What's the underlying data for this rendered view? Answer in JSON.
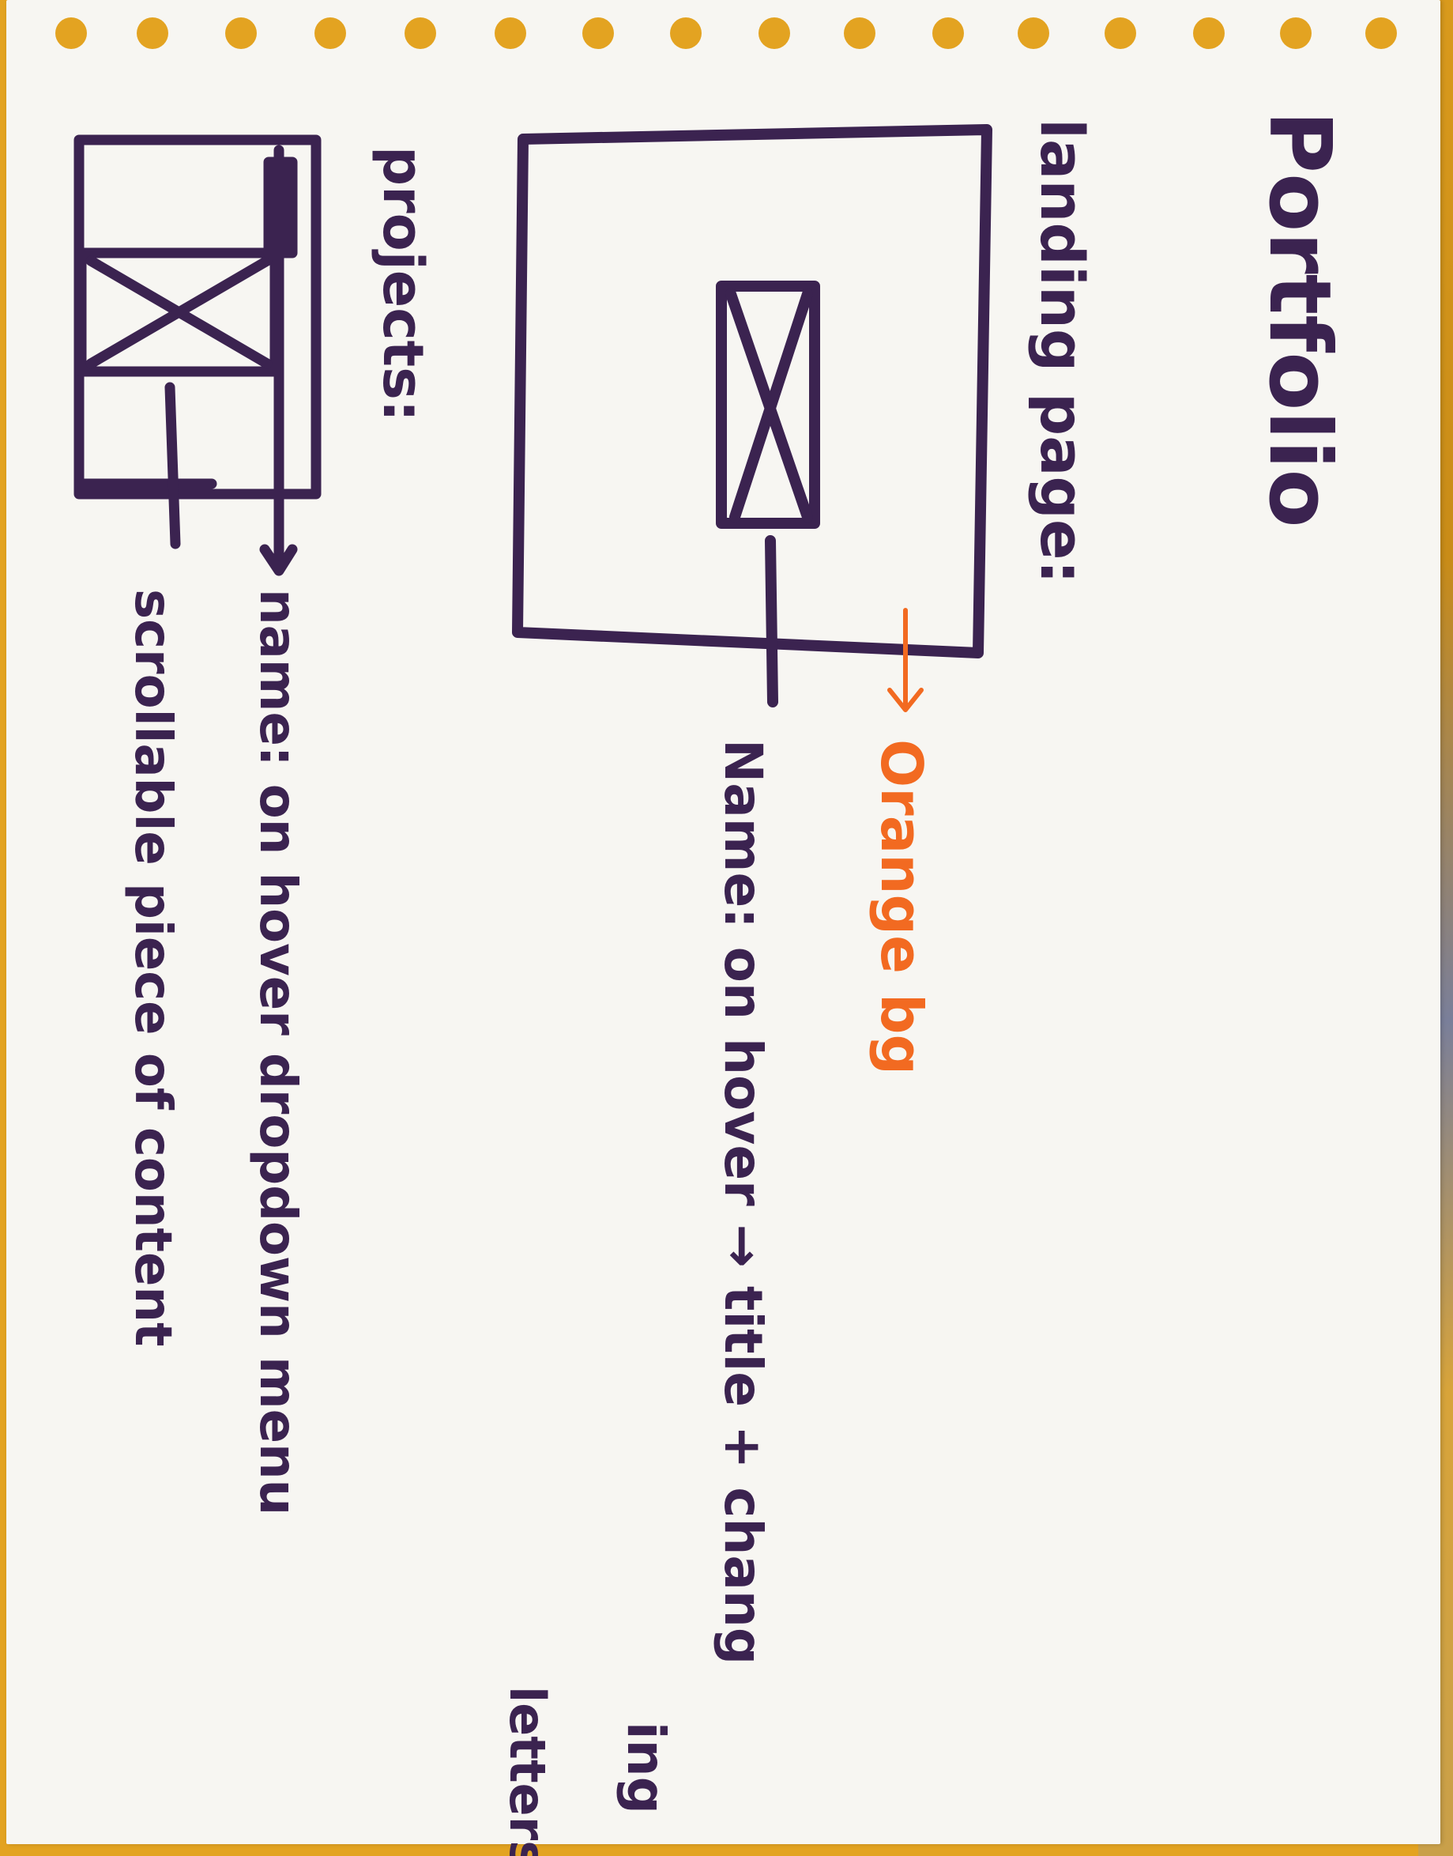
{
  "notebook": {
    "title": "Portfolio",
    "sections": {
      "landing": {
        "heading": "landing page:",
        "bg_note": "Orange bg",
        "name_note_line1": "Name: on hover → title + chang",
        "name_note_line2": "ing",
        "name_note_line3": "letters"
      },
      "projects": {
        "heading": "projects:",
        "name_note": "name: on hover dropdown menu",
        "scroll_note": "scrollable piece of content"
      }
    }
  },
  "colors": {
    "ink": "#3b2350",
    "accent": "#f26a21",
    "paper": "#f7f6f2",
    "holes": "#e3a321"
  }
}
